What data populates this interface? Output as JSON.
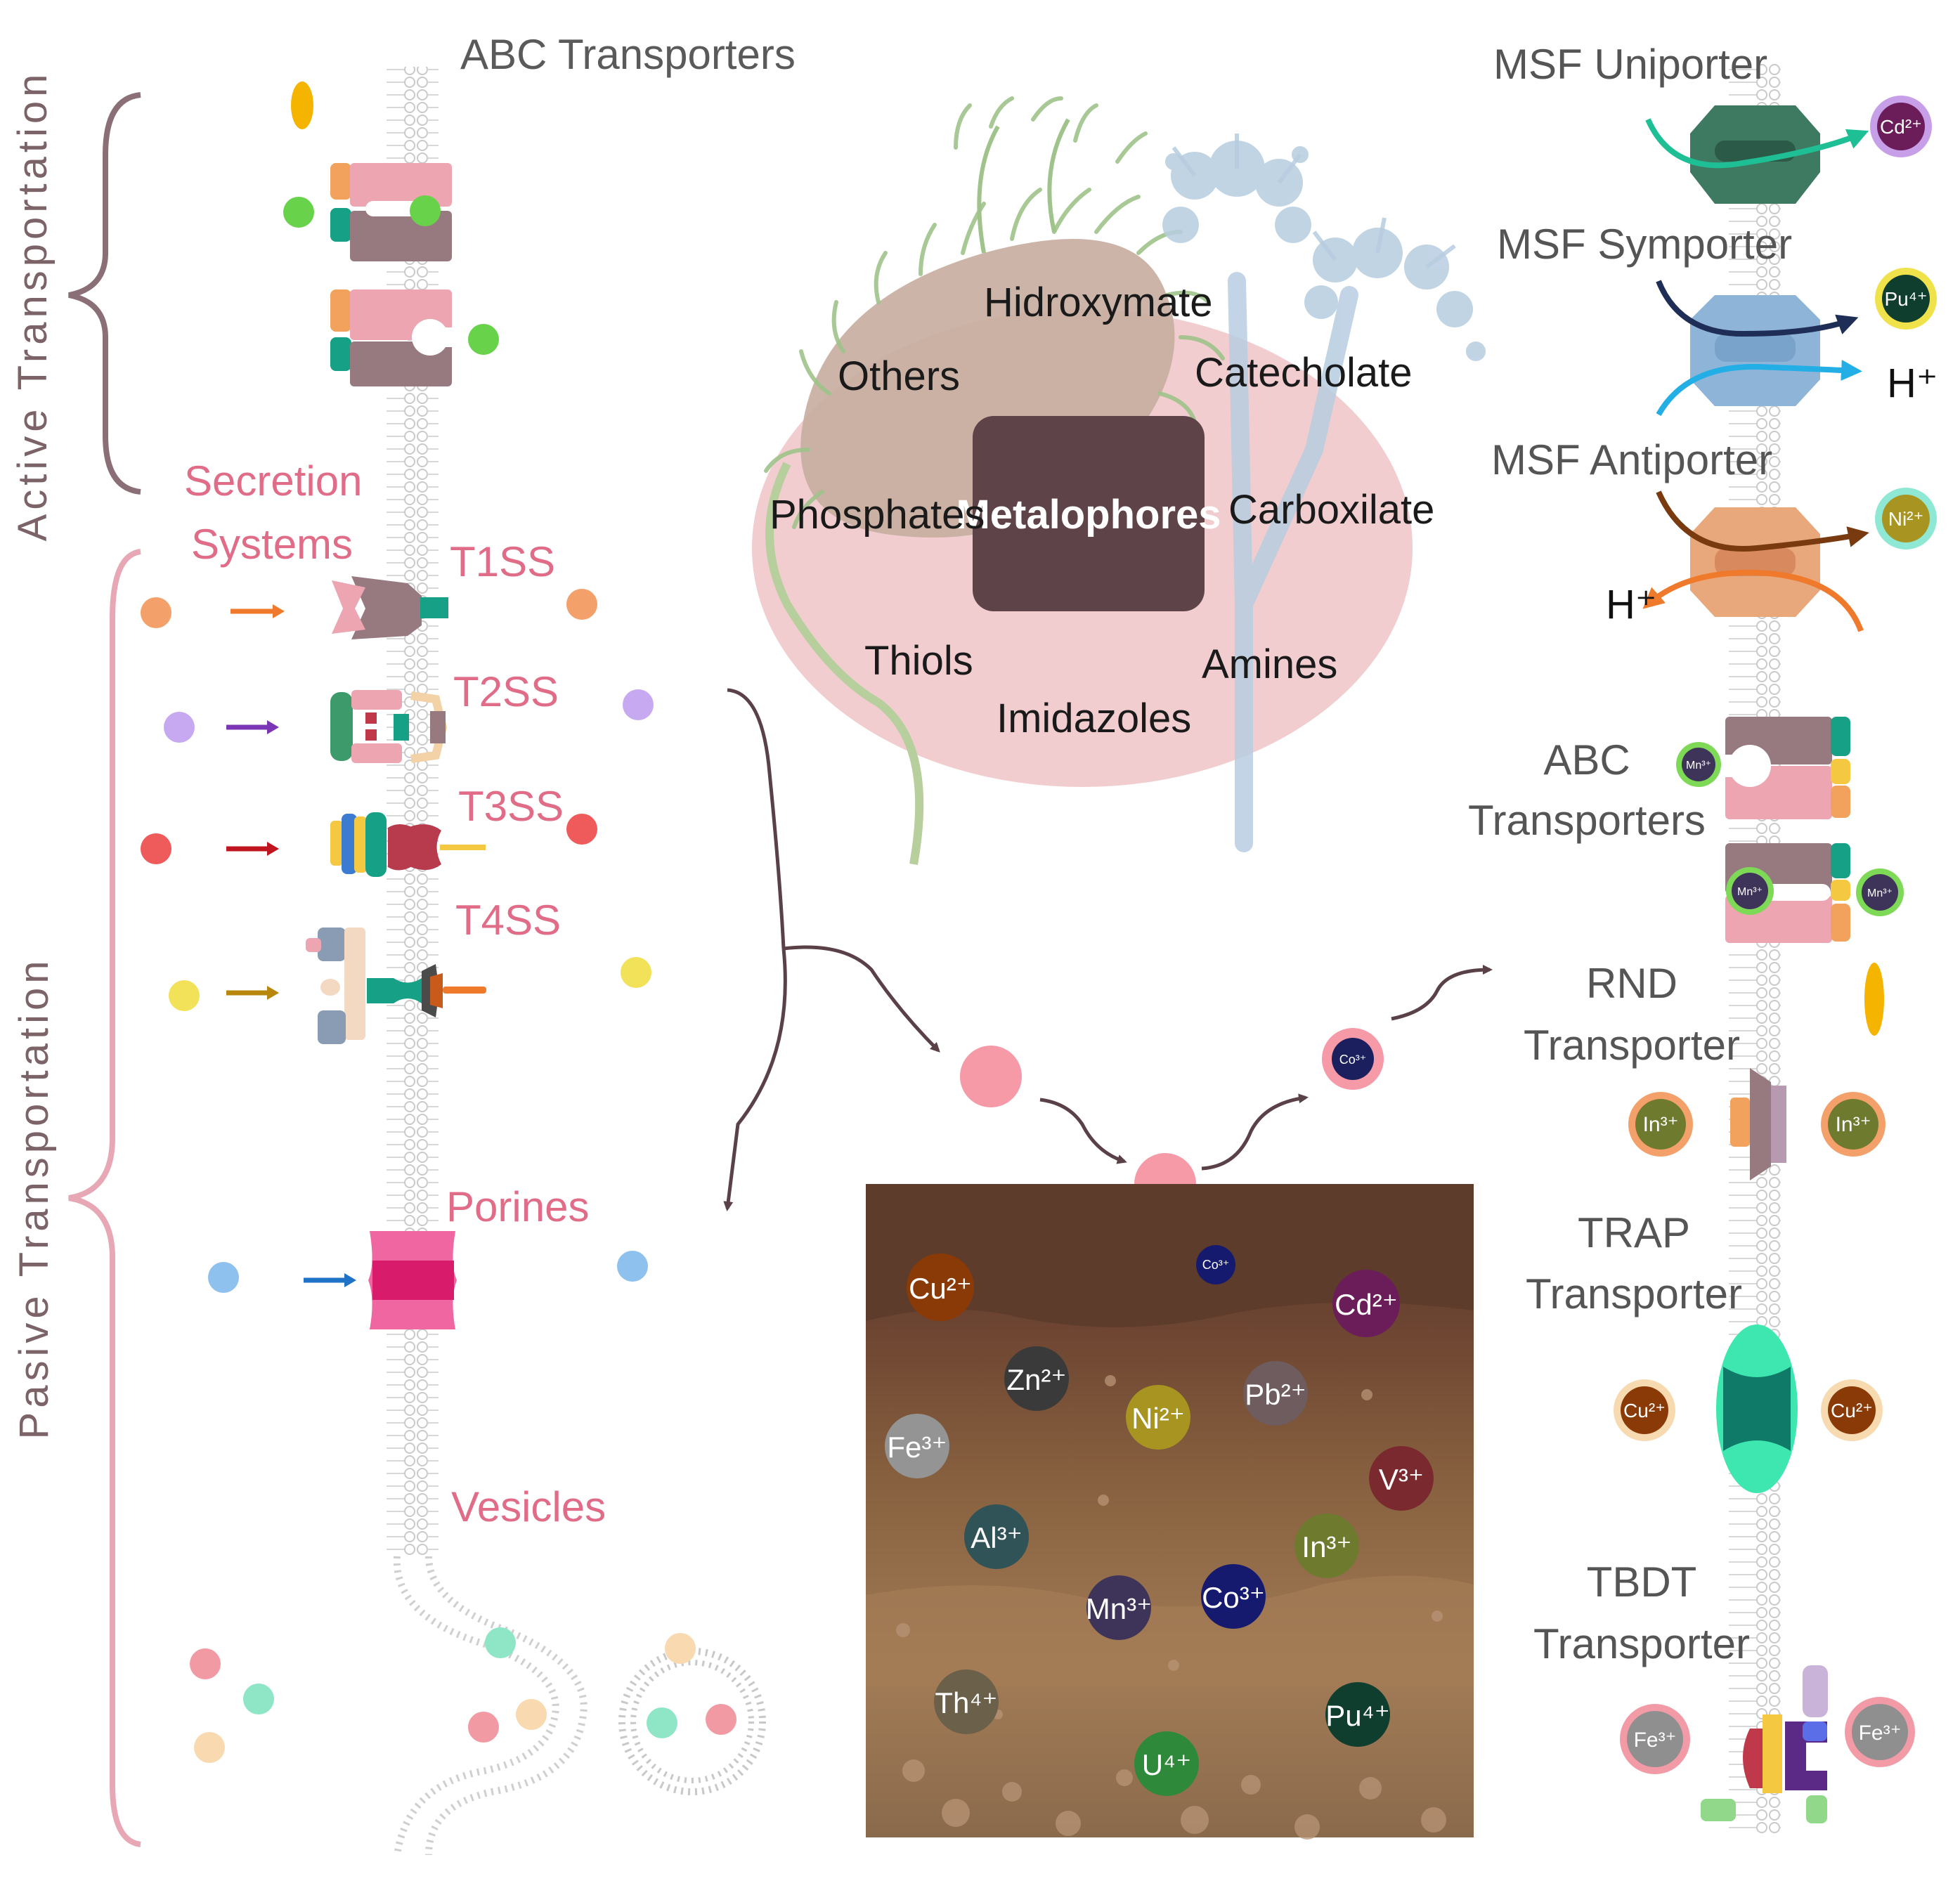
{
  "side_labels": {
    "active": "Active Transportation",
    "passive": "Pasive Transportation"
  },
  "left": {
    "abc_title": "ABC Transporters",
    "secretion_title_1": "Secretion",
    "secretion_title_2": "Systems",
    "t1ss": "T1SS",
    "t2ss": "T2SS",
    "t3ss": "T3SS",
    "t4ss": "T4SS",
    "porines": "Porines",
    "vesicles": "Vesicles"
  },
  "center": {
    "metalophores": "Metalophores",
    "hidroxymate": "Hidroxymate",
    "others": "Others",
    "catecholate": "Catecholate",
    "phosphates": "Phosphates",
    "carboxilate": "Carboxilate",
    "thiols": "Thiols",
    "amines": "Amines",
    "imidazoles": "Imidazoles"
  },
  "right": {
    "msf_uniporter": "MSF Uniporter",
    "msf_symporter": "MSF Symporter",
    "msf_antiporter": "MSF Antiporter",
    "abc_1": "ABC",
    "abc_2": "Transporters",
    "rnd_1": "RND",
    "rnd_2": "Transporter",
    "trap_1": "TRAP",
    "trap_2": "Transporter",
    "tbdt_1": "TBDT",
    "tbdt_2": "Transporter",
    "h_plus_sym": "H⁺",
    "h_plus_anti": "H⁺"
  },
  "right_ions": {
    "cd": "Cd²⁺",
    "pu": "Pu⁴⁺",
    "ni": "Ni²⁺",
    "mn_a": "Mn³⁺",
    "mn_b": "Mn³⁺",
    "mn_c": "Mn³⁺",
    "in_a": "In³⁺",
    "in_b": "In³⁺",
    "cu_a": "Cu²⁺",
    "cu_b": "Cu²⁺",
    "fe_a": "Fe³⁺",
    "fe_b": "Fe³⁺"
  },
  "flow_ions": {
    "co_free": "Co³⁺"
  },
  "soil_ions": {
    "co_top": "Co³⁺",
    "cu": "Cu²⁺",
    "cd": "Cd²⁺",
    "zn": "Zn²⁺",
    "ni": "Ni²⁺",
    "pb": "Pb²⁺",
    "fe": "Fe³⁺",
    "v": "V³⁺",
    "al": "Al³⁺",
    "in": "In³⁺",
    "mn": "Mn³⁺",
    "co": "Co³⁺",
    "th": "Th⁴⁺",
    "pu": "Pu⁴⁺",
    "u": "U⁴⁺"
  },
  "colors": {
    "brace_active": "#8b6f76",
    "brace_passive": "#e8a7b4",
    "secretion_pink": "#e06c88",
    "metalophore_box": "#5e4448",
    "soil_top": "#6a4331",
    "soil_bottom": "#a98361",
    "membrane": "#cfcfcf"
  }
}
